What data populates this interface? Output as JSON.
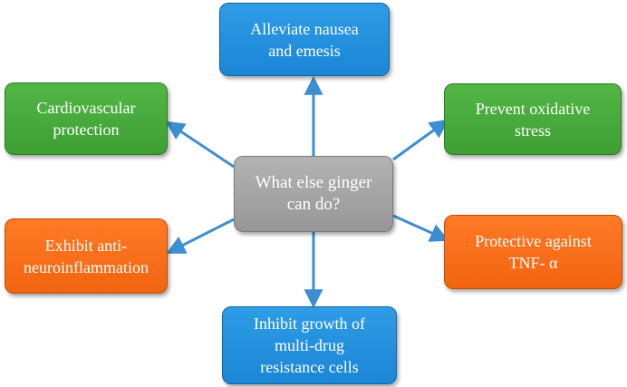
{
  "center": {
    "text": "What else ginger\ncan do?"
  },
  "nodes": {
    "nausea": "Alleviate nausea\nand emesis",
    "cardio": "Cardiovascular\nprotection",
    "oxidative": "Prevent oxidative\nstress",
    "neuro": "Exhibit anti-\nneuroinflammation",
    "tnf": "Protective against\nTNF- α",
    "mdr": "Inhibit growth of\nmulti-drug\nresistance cells"
  },
  "colors": {
    "blue": "#1e8fdd",
    "green": "#47a83c",
    "orange": "#f76b18",
    "gray": "#a6a6a6",
    "arrow": "#3b8fd0"
  }
}
